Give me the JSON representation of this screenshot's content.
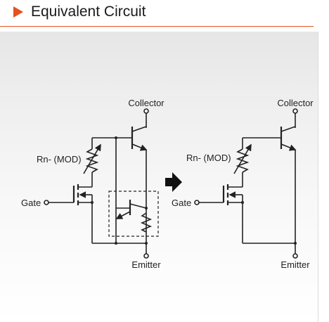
{
  "header": {
    "title": "Equivalent Circuit",
    "accent_color": "#e8501e",
    "bullet_icon": "triangle-right"
  },
  "left_circuit": {
    "collector": "Collector",
    "resistor": "Rn- (MOD)",
    "gate": "Gate",
    "emitter": "Emitter"
  },
  "right_circuit": {
    "collector": "Collector",
    "resistor": "Rn- (MOD)",
    "gate": "Gate",
    "emitter": "Emitter"
  },
  "transition_icon": "right-arrow"
}
